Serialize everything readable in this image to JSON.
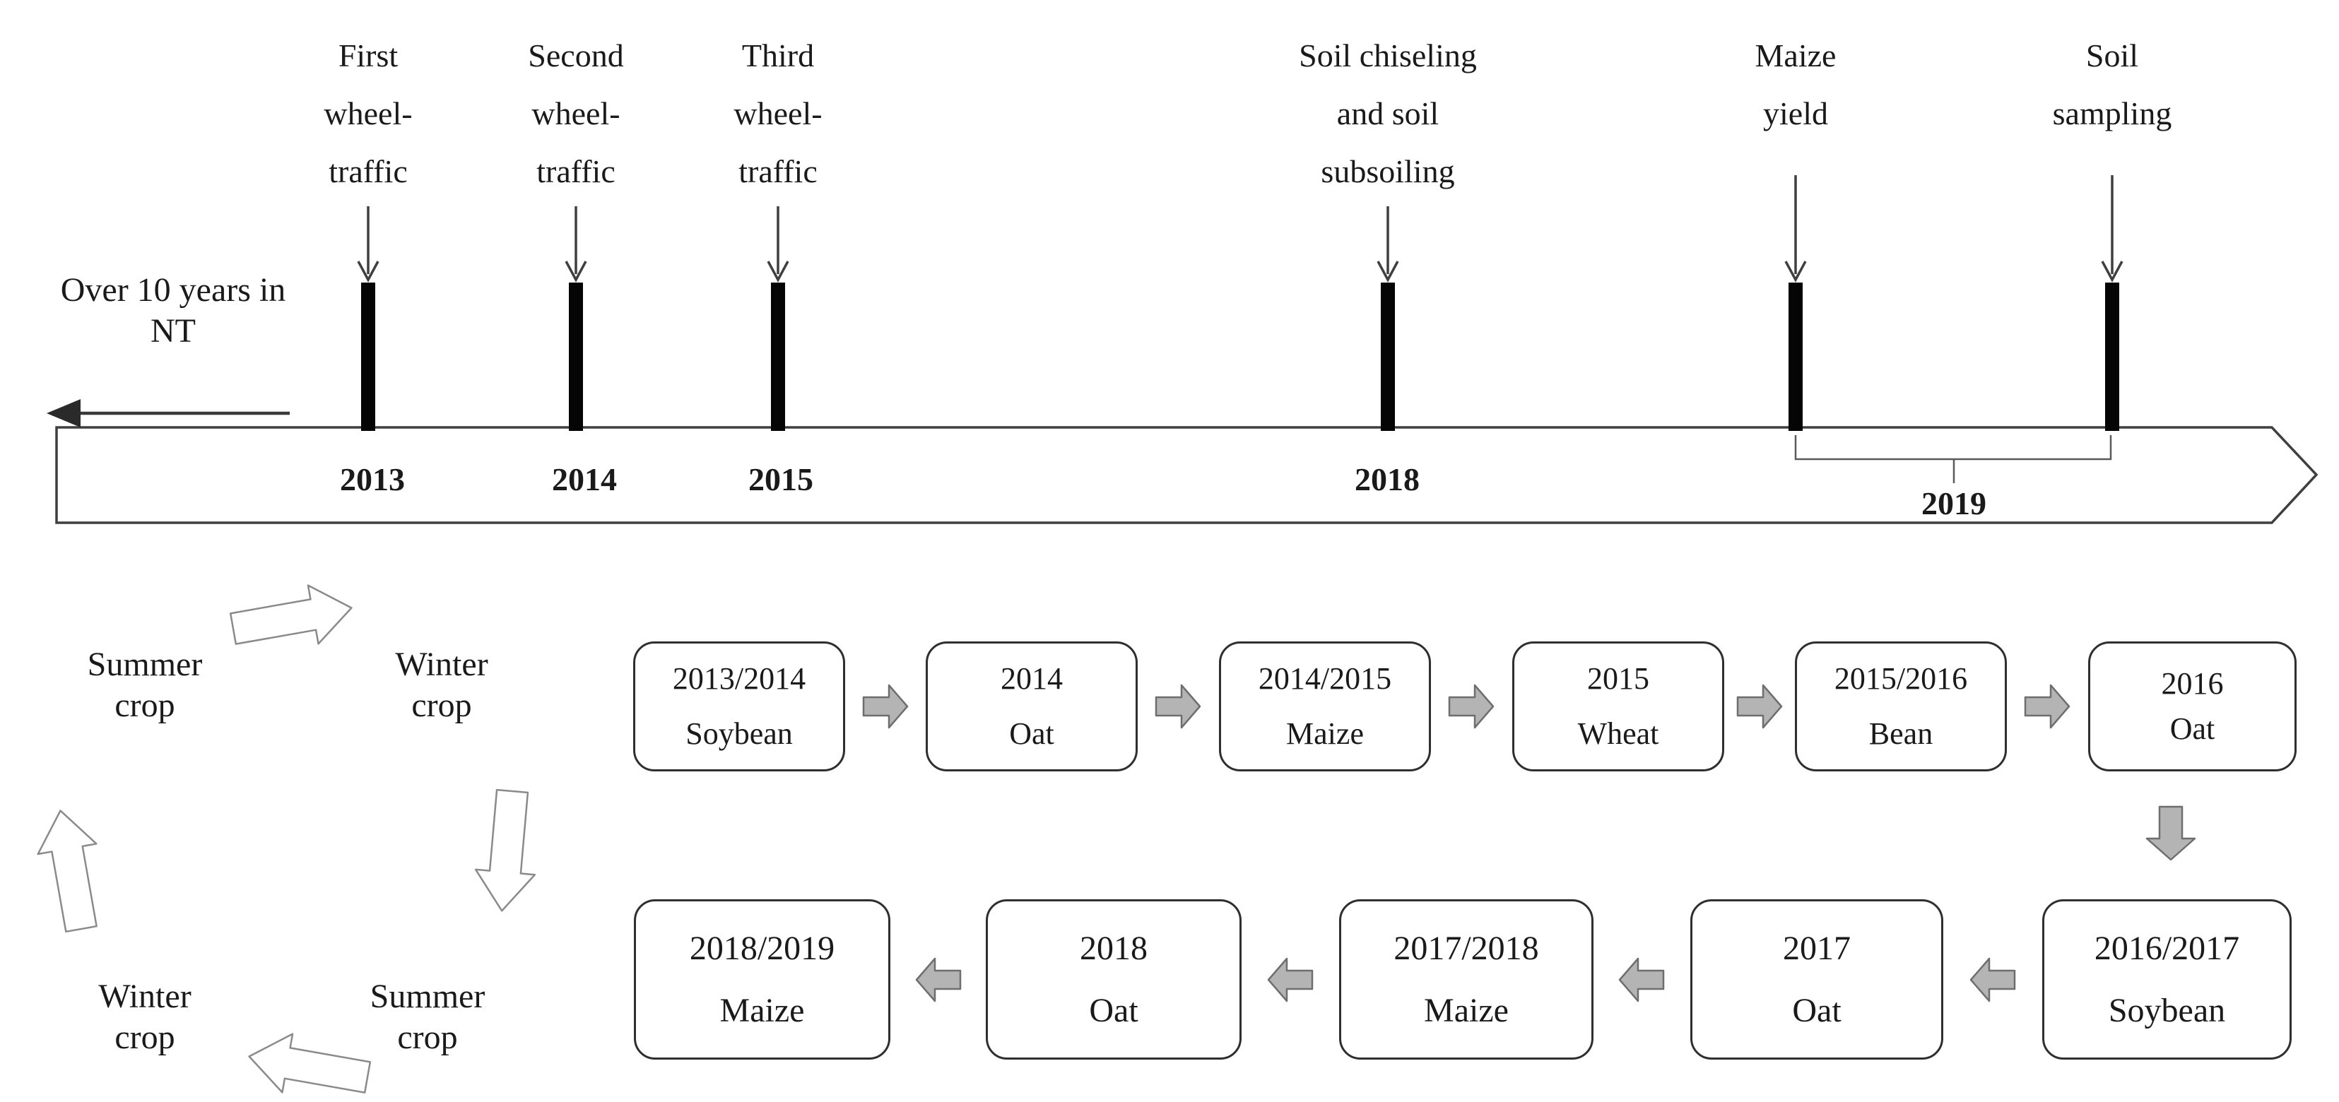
{
  "figure": {
    "timeline": {
      "pre_label": "Over 10 years in\nNT",
      "events": [
        {
          "label": "First\nwheel-\ntraffic",
          "year": "2013"
        },
        {
          "label": "Second\nwheel-\ntraffic",
          "year": "2014"
        },
        {
          "label": "Third\nwheel-\ntraffic",
          "year": "2015"
        },
        {
          "label": "Soil chiseling\nand soil\nsubsoiling",
          "year": "2018"
        },
        {
          "label": "Maize\nyield",
          "year": ""
        },
        {
          "label": "Soil\nsampling",
          "year": ""
        }
      ],
      "bracket_year": "2019"
    },
    "cycle": {
      "labels": [
        "Summer\ncrop",
        "Winter\ncrop",
        "Summer\ncrop",
        "Winter\ncrop"
      ]
    },
    "sequence": {
      "row1": [
        {
          "period": "2013/2014",
          "crop": "Soybean"
        },
        {
          "period": "2014",
          "crop": "Oat"
        },
        {
          "period": "2014/2015",
          "crop": "Maize"
        },
        {
          "period": "2015",
          "crop": "Wheat"
        },
        {
          "period": "2015/2016",
          "crop": "Bean"
        },
        {
          "period": "2016",
          "crop": "Oat"
        }
      ],
      "row2": [
        {
          "period": "2018/2019",
          "crop": "Maize"
        },
        {
          "period": "2018",
          "crop": "Oat"
        },
        {
          "period": "2017/2018",
          "crop": "Maize"
        },
        {
          "period": "2017",
          "crop": "Oat"
        },
        {
          "period": "2016/2017",
          "crop": "Soybean"
        }
      ]
    },
    "colors": {
      "ink": "#1a1a1a",
      "box_border": "#2f2f2f",
      "gray_arrow_fill": "#b4b4b4",
      "gray_arrow_stroke": "#6e6e6e",
      "hollow_arrow_stroke": "#8a8a8a"
    }
  }
}
